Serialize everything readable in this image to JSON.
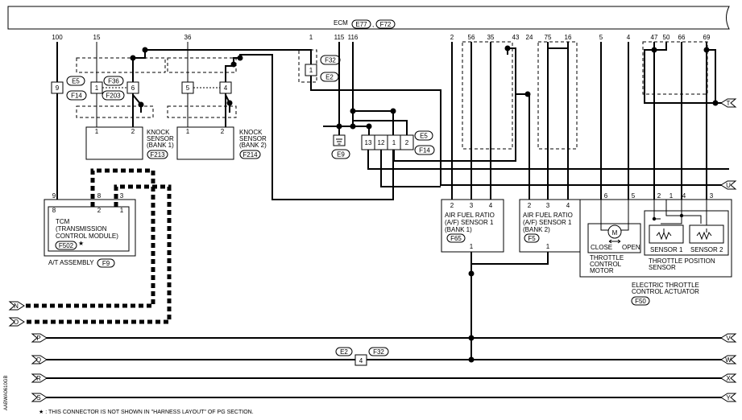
{
  "ecm": {
    "label": "ECM",
    "connectors": [
      "E77",
      "F72"
    ],
    "comma": ","
  },
  "ecm_pins": [
    "100",
    "15",
    "36",
    "1",
    "115",
    "116",
    "2",
    "56",
    "35",
    "43",
    "24",
    "75",
    "16",
    "5",
    "4",
    "47",
    "50",
    "66",
    "69"
  ],
  "connector_labels": {
    "e5_a": "E5",
    "f14_a": "F14",
    "f36": "F36",
    "f203": "F203",
    "f32": "F32",
    "e2": "E2",
    "e9": "E9",
    "e5_b": "E5",
    "f14_b": "F14",
    "f213": "F213",
    "f214": "F214",
    "f502": "F502",
    "f9": "F9",
    "f65": "F65",
    "f5": "F5",
    "f50": "F50",
    "e2_b": "E2",
    "f32_b": "F32"
  },
  "inline_pins": {
    "p9": "9",
    "p1": "1",
    "p6": "6",
    "p5": "5",
    "p4": "4",
    "pf32": "1",
    "p13": "13",
    "p12": "12",
    "pj1": "1",
    "pj2": "2",
    "p4b": "4"
  },
  "knock1": {
    "pin1": "1",
    "pin2": "2",
    "title": [
      "KNOCK",
      "SENSOR",
      "(BANK 1)"
    ]
  },
  "knock2": {
    "pin1": "1",
    "pin2": "2",
    "title": [
      "KNOCK",
      "SENSOR",
      "(BANK 2)"
    ]
  },
  "tcm": {
    "pins_top": [
      "9",
      "8",
      "3"
    ],
    "pins_inner": [
      "8",
      "2",
      "1"
    ],
    "title": [
      "TCM",
      "(TRANSMISSION",
      "CONTROL MODULE)"
    ],
    "star": "★",
    "assembly": "A/T ASSEMBLY"
  },
  "af1": {
    "pins": [
      "2",
      "3",
      "4"
    ],
    "title": [
      "AIR FUEL RATIO",
      "(A/F) SENSOR 1",
      "(BANK 1)"
    ],
    "bottom_pin": "1"
  },
  "af2": {
    "pins": [
      "2",
      "3",
      "4"
    ],
    "title": [
      "AIR FUEL RATIO",
      "(A/F) SENSOR 1",
      "(BANK 2)"
    ],
    "bottom_pin": "1"
  },
  "throttle": {
    "pins": [
      "6",
      "5",
      "2",
      "1",
      "4",
      "3"
    ],
    "motor_symbol": "M",
    "close": "CLOSE",
    "open": "OPEN",
    "motor_title": [
      "THROTTLE",
      "CONTROL",
      "MOTOR"
    ],
    "sensor1": "SENSOR 1",
    "sensor2": "SENSOR 2",
    "tps_title": [
      "THROTTLE POSITION",
      "SENSOR"
    ],
    "actuator_title": [
      "ELECTRIC THROTTLE",
      "CONTROL ACTUATOR"
    ]
  },
  "arrows_left": [
    "N",
    "O",
    "P",
    "Q",
    "R",
    "S"
  ],
  "arrows_right": [
    "T",
    "U",
    "V",
    "W",
    "X",
    "Y"
  ],
  "footnote": "★ : THIS CONNECTOR IS NOT SHOWN IN \"HARNESS LAYOUT\" OF PG SECTION.",
  "side_code": "AABWA0610GB"
}
